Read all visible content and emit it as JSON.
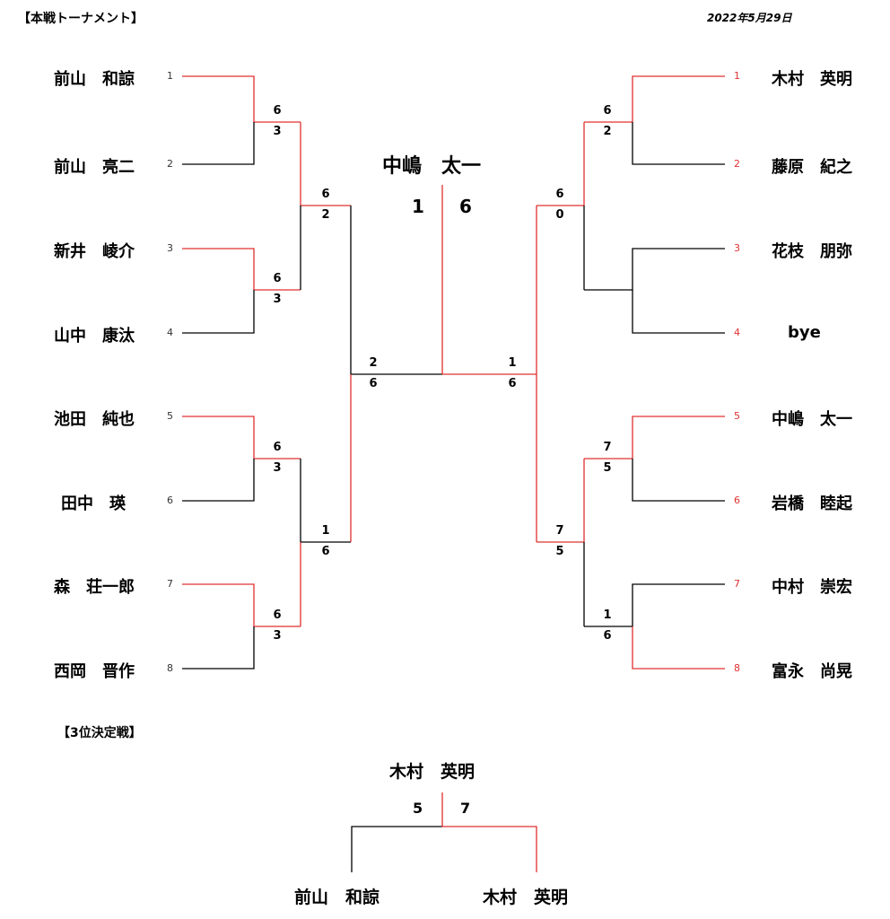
{
  "header": {
    "title": "【本戦トーナメント】",
    "date": "2022年5月29日"
  },
  "left_players": [
    {
      "name": "前山　和諒",
      "seed": "1"
    },
    {
      "name": "前山　亮二",
      "seed": "2"
    },
    {
      "name": "新井　崚介",
      "seed": "3"
    },
    {
      "name": "山中　康汰",
      "seed": "4"
    },
    {
      "name": "池田　純也",
      "seed": "5"
    },
    {
      "name": "田中　瑛",
      "seed": "6"
    },
    {
      "name": "森　荘一郎",
      "seed": "7"
    },
    {
      "name": "西岡　晋作",
      "seed": "8"
    }
  ],
  "right_players": [
    {
      "name": "木村　英明",
      "seed": "1"
    },
    {
      "name": "藤原　紀之",
      "seed": "2"
    },
    {
      "name": "花枝　朋弥",
      "seed": "3"
    },
    {
      "name": "bye",
      "seed": "4"
    },
    {
      "name": "中嶋　太一",
      "seed": "5"
    },
    {
      "name": "岩橋　睦起",
      "seed": "6"
    },
    {
      "name": "中村　崇宏",
      "seed": "7"
    },
    {
      "name": "富永　尚晃",
      "seed": "8"
    }
  ],
  "left_scores": {
    "r1": [
      [
        "6",
        "3"
      ],
      [
        "6",
        "3"
      ],
      [
        "6",
        "3"
      ],
      [
        "6",
        "3"
      ]
    ],
    "r2": [
      [
        "6",
        "2"
      ],
      [
        "1",
        "6"
      ]
    ],
    "sf": [
      "2",
      "6"
    ]
  },
  "right_scores": {
    "r1": [
      [
        "6",
        "2"
      ],
      [
        "7",
        "5"
      ],
      [
        "1",
        "6"
      ]
    ],
    "r2": [
      [
        "6",
        "0"
      ],
      [
        "7",
        "5"
      ]
    ],
    "sf": [
      "1",
      "6"
    ]
  },
  "final": {
    "champion": "中嶋　太一",
    "left_score": "1",
    "right_score": "6"
  },
  "third_place": {
    "title": "【3位決定戦】",
    "winner": "木村　英明",
    "left_score": "5",
    "right_score": "7",
    "left_player": "前山　和諒",
    "right_player": "木村　英明"
  },
  "colors": {
    "winner_line": "#e03030",
    "loser_line": "#000000"
  }
}
